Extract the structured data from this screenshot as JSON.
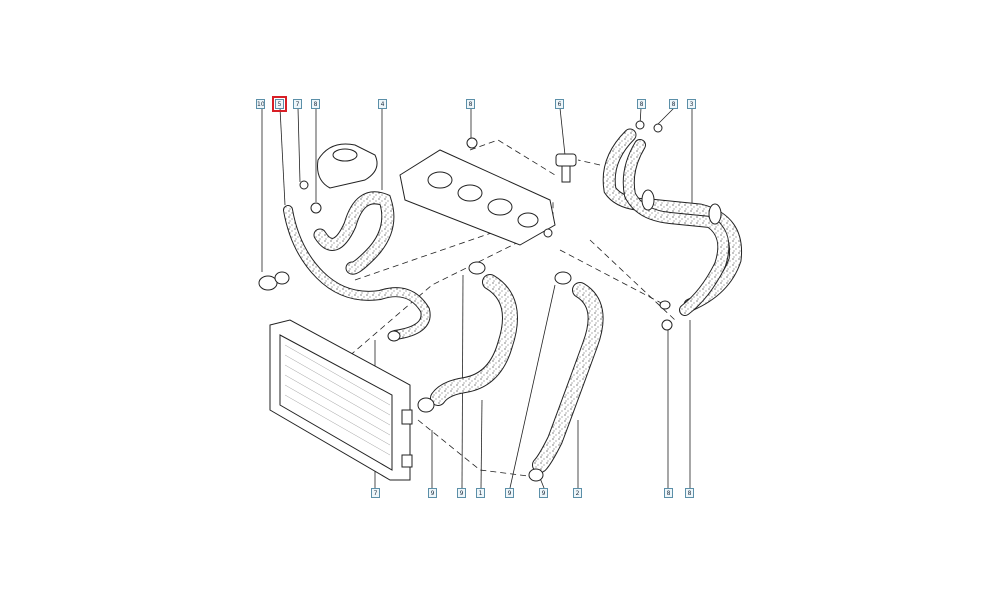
{
  "diagram": {
    "highlight_color": "#d81f26",
    "line_color": "#222222",
    "callout_border_color": "#5b8fa8",
    "highlighted_callout": "5",
    "top_callouts": [
      {
        "label": "10"
      },
      {
        "label": "5"
      },
      {
        "label": "7"
      },
      {
        "label": "8"
      },
      {
        "label": "4"
      },
      {
        "label": "8"
      },
      {
        "label": "6"
      },
      {
        "label": "8"
      },
      {
        "label": "8"
      },
      {
        "label": "3"
      }
    ],
    "bottom_callouts": [
      {
        "label": "7"
      },
      {
        "label": "9"
      },
      {
        "label": "9"
      },
      {
        "label": "1"
      },
      {
        "label": "9"
      },
      {
        "label": "9"
      },
      {
        "label": "2"
      },
      {
        "label": "8"
      },
      {
        "label": "8"
      }
    ]
  }
}
